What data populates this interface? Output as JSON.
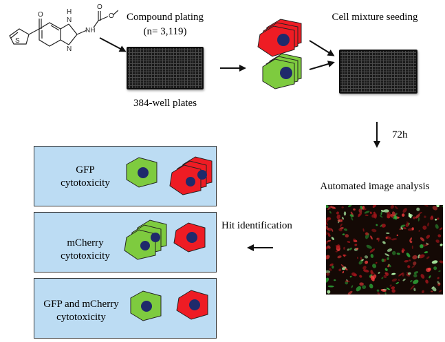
{
  "workflow": {
    "compound_plating_title": "Compound plating",
    "compound_count": "(n= 3,119)",
    "plate_label": "384-well plates",
    "seeding_title": "Cell mixture seeding",
    "incubation_time": "72h",
    "analysis_title": "Automated image analysis",
    "hit_label": "Hit identification"
  },
  "molecule": {
    "atoms": [
      "O",
      "S",
      "H",
      "N",
      "O",
      "O",
      "NH",
      "N"
    ]
  },
  "results": [
    {
      "label_line1": "GFP",
      "label_line2": "cytotoxicity"
    },
    {
      "label_line1": "mCherry",
      "label_line2": "cytotoxicity"
    },
    {
      "label_line1": "GFP and mCherry",
      "label_line2": "cytotoxicity"
    }
  ],
  "colors": {
    "gfp_cell": "#7ecb3f",
    "mcherry_cell": "#ee1c24",
    "nucleus": "#1f2a6b",
    "result_box": "#bcdcf3",
    "plate": "#1a1a1a"
  },
  "icons": [
    "molecule-structure",
    "well-plate",
    "cell-stack",
    "arrow",
    "microscopy-image"
  ]
}
